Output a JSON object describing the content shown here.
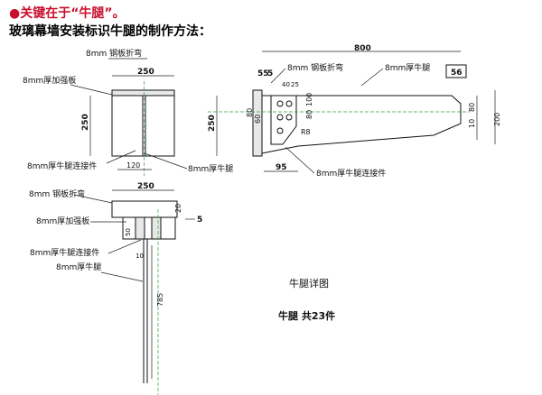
{
  "header": {
    "bullet": "●",
    "line1": "关键在于“牛腿”。",
    "line2": "玻璃幕墙安装标识牛腿的制作方法："
  },
  "labels": {
    "plate_bend_top": "8mm 钢板折弯",
    "reinforce_plate_top": "8mm厚加强板",
    "connector_left": "8mm厚牛腿连接件",
    "bracket_left": "8mm厚牛腿",
    "plate_bend_right": "8mm 钢板折弯",
    "bracket_right": "8mm厚牛腿",
    "connector_right": "8mm厚牛腿连接件",
    "plate_bend_bottom": "8mm 钢板折弯",
    "reinforce_plate_bottom": "8mm厚加强板",
    "connector_bottom": "8mm厚牛腿连接件",
    "bracket_bottom": "8mm厚牛腿",
    "detail_title": "牛腿详图",
    "count_note": "牛腿 共23件"
  },
  "dimensions": {
    "front_width": "250",
    "front_height": "250",
    "front_base": "120",
    "side_55": "55",
    "side_5": "5",
    "side_40": "40",
    "side_25": "25",
    "side_800": "800",
    "side_56": "56",
    "side_250": "250",
    "side_80a": "80",
    "side_80b": "80",
    "side_60": "60",
    "side_100": "100",
    "side_r8": "R8",
    "side_95": "95",
    "side_80c": "80",
    "side_200": "200",
    "side_10": "10",
    "plan_250": "250",
    "plan_20": "20",
    "plan_5": "5",
    "plan_50": "50",
    "plan_10": "10",
    "plan_785": "785"
  }
}
